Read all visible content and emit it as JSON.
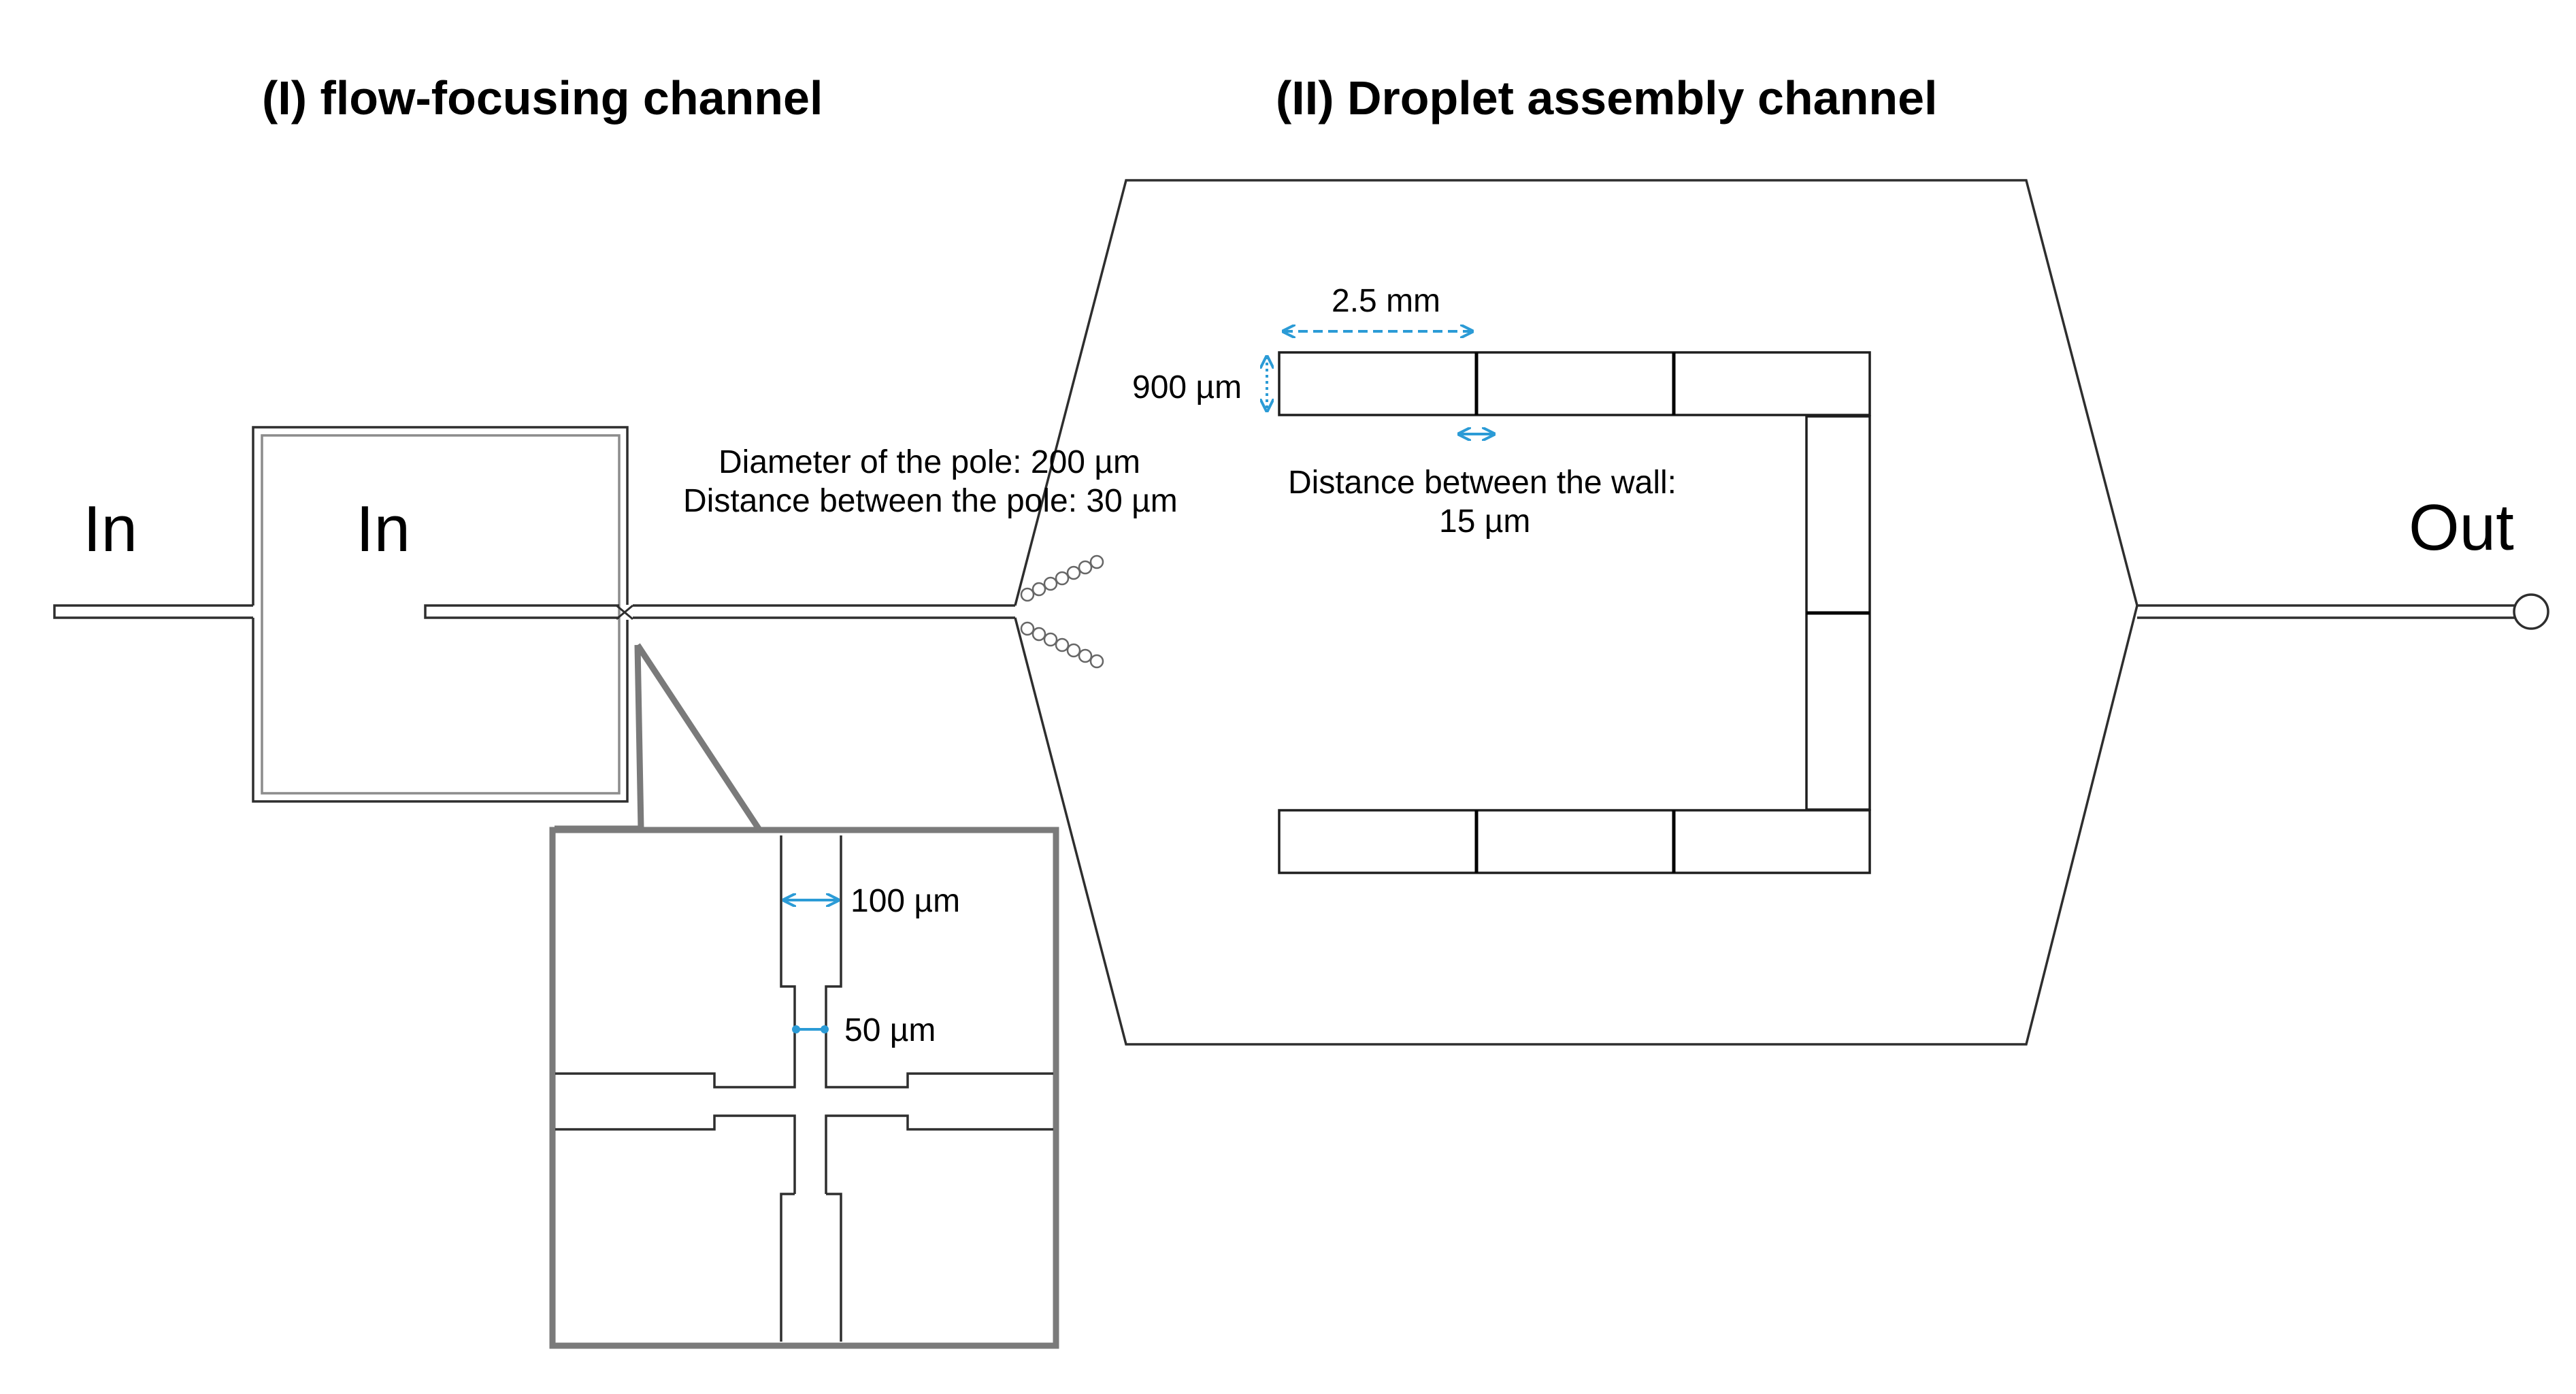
{
  "titles": {
    "left": "(I) flow-focusing channel",
    "right": "(II) Droplet assembly channel"
  },
  "ports": {
    "in_outer": "In",
    "in_inner": "In",
    "out": "Out"
  },
  "annotations": {
    "pole_diameter": "Diameter of the pole: 200 µm",
    "pole_distance": "Distance between the pole: 30 µm",
    "wall_length": "2.5 mm",
    "wall_width": "900 µm",
    "wall_gap_line1": "Distance between the wall:",
    "wall_gap_line2": "15 µm"
  },
  "inset": {
    "channel_width": "100 µm",
    "nozzle_width": "50 µm"
  },
  "colors": {
    "dimension_arrow": "#2b9bd6",
    "channel": "#2e2e2e",
    "inset_frame": "#7a7a7a"
  }
}
